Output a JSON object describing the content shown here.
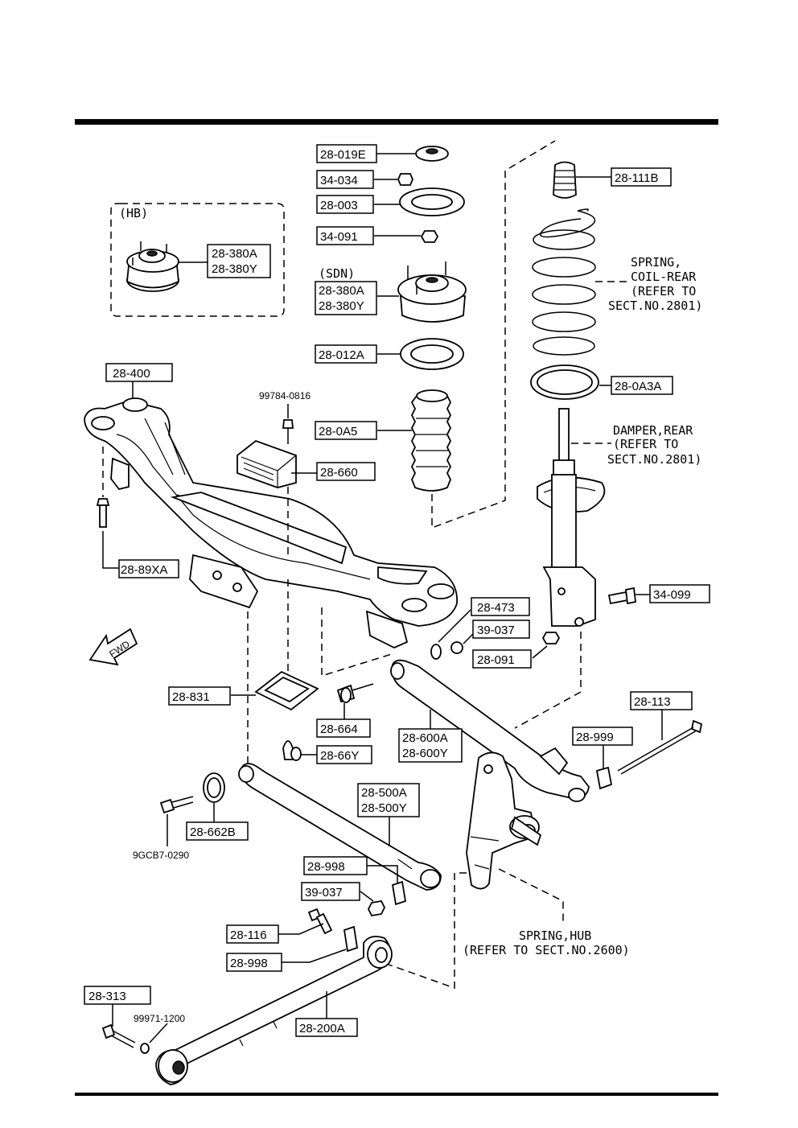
{
  "parts": {
    "p28019E": "28-019E",
    "p34034": "34-034",
    "p28003": "28-003",
    "p34091": "34-091",
    "p28380_sdn_a": "28-380A",
    "p28380_sdn_y": "28-380Y",
    "p28380_hb_a": "28-380A",
    "p28380_hb_y": "28-380Y",
    "p28012A": "28-012A",
    "p28400": "28-400",
    "p99784": "99784-0816",
    "p280A5": "28-0A5",
    "p28660": "28-660",
    "p2889XA": "28-89XA",
    "p28111B": "28-111B",
    "p280A3A": "28-0A3A",
    "p34099": "34-099",
    "p28473": "28-473",
    "p39037a": "39-037",
    "p28091": "28-091",
    "p28831": "28-831",
    "p28664": "28-664",
    "p2866Y": "28-66Y",
    "p28600A": "28-600A",
    "p28600Y": "28-600Y",
    "p28113": "28-113",
    "p28999": "28-999",
    "p28662B": "28-662B",
    "p9GCB7": "9GCB7-0290",
    "p28500A": "28-500A",
    "p28500Y": "28-500Y",
    "p28998a": "28-998",
    "p39037b": "39-037",
    "p28116": "28-116",
    "p28998b": "28-998",
    "p28313": "28-313",
    "p99971": "99971-1200",
    "p28200A": "28-200A"
  },
  "notes": {
    "hb": "(HB)",
    "sdn": "(SDN)",
    "spring_1": "SPRING,",
    "spring_2": "COIL-REAR",
    "spring_3": "(REFER TO",
    "spring_4": "SECT.NO.2801)",
    "damper_1": "DAMPER,REAR",
    "damper_2": "(REFER TO",
    "damper_3": "SECT.NO.2801)",
    "hub_1": "SPRING,HUB",
    "hub_2": "(REFER TO SECT.NO.2600)",
    "fwd": "FWD"
  }
}
